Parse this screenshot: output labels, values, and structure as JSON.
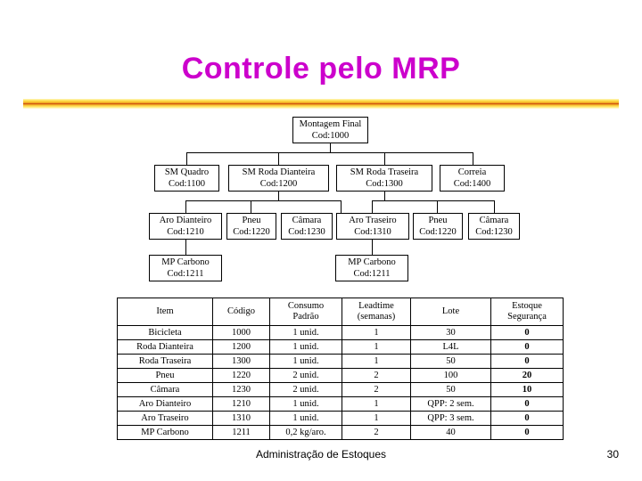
{
  "slide": {
    "title": "Controle pelo MRP",
    "title_color": "#cc00cc",
    "footer": "Administração de Estoques",
    "page_number": "30"
  },
  "divider": {
    "colors": [
      "#fff6c2",
      "#ffe14d",
      "#f5b324",
      "#c23b0e",
      "#ffe766"
    ]
  },
  "bom_tree": {
    "level1": [
      {
        "name": "Montagem Final",
        "code": "Cod:1000"
      }
    ],
    "level2": [
      {
        "name": "SM Quadro",
        "code": "Cod:1100"
      },
      {
        "name": "SM Roda Dianteira",
        "code": "Cod:1200"
      },
      {
        "name": "SM Roda Traseira",
        "code": "Cod:1300"
      },
      {
        "name": "Correia",
        "code": "Cod:1400"
      }
    ],
    "level3": [
      {
        "name": "Aro Dianteiro",
        "code": "Cod:1210"
      },
      {
        "name": "Pneu",
        "code": "Cod:1220"
      },
      {
        "name": "Câmara",
        "code": "Cod:1230"
      },
      {
        "name": "Aro Traseiro",
        "code": "Cod:1310"
      },
      {
        "name": "Pneu",
        "code": "Cod:1220"
      },
      {
        "name": "Câmara",
        "code": "Cod:1230"
      }
    ],
    "level4": [
      {
        "name": "MP Carbono",
        "code": "Cod:1211"
      },
      {
        "name": "MP Carbono",
        "code": "Cod:1211"
      }
    ]
  },
  "table": {
    "headers": [
      "Item",
      "Código",
      "Consumo Padrão",
      "Leadtime (semanas)",
      "Lote",
      "Estoque Segurança"
    ],
    "header_lines": {
      "item": [
        "Item",
        ""
      ],
      "codigo": [
        "Código",
        ""
      ],
      "consumo": [
        "Consumo",
        "Padrão"
      ],
      "leadtime": [
        "Leadtime",
        "(semanas)"
      ],
      "lote": [
        "Lote",
        ""
      ],
      "estoque": [
        "Estoque",
        "Segurança"
      ]
    },
    "rows": [
      {
        "item": "Bicicleta",
        "codigo": "1000",
        "consumo": "1 unid.",
        "leadtime": "1",
        "lote": "30",
        "estoque": "0"
      },
      {
        "item": "Roda Dianteira",
        "codigo": "1200",
        "consumo": "1 unid.",
        "leadtime": "1",
        "lote": "L4L",
        "estoque": "0"
      },
      {
        "item": "Roda Traseira",
        "codigo": "1300",
        "consumo": "1 unid.",
        "leadtime": "1",
        "lote": "50",
        "estoque": "0"
      },
      {
        "item": "Pneu",
        "codigo": "1220",
        "consumo": "2 unid.",
        "leadtime": "2",
        "lote": "100",
        "estoque": "20"
      },
      {
        "item": "Câmara",
        "codigo": "1230",
        "consumo": "2 unid.",
        "leadtime": "2",
        "lote": "50",
        "estoque": "10"
      },
      {
        "item": "Aro Dianteiro",
        "codigo": "1210",
        "consumo": "1 unid.",
        "leadtime": "1",
        "lote": "QPP: 2 sem.",
        "estoque": "0"
      },
      {
        "item": "Aro Traseiro",
        "codigo": "1310",
        "consumo": "1 unid.",
        "leadtime": "1",
        "lote": "QPP: 3 sem.",
        "estoque": "0"
      },
      {
        "item": "MP Carbono",
        "codigo": "1211",
        "consumo": "0,2 kg/aro.",
        "leadtime": "2",
        "lote": "40",
        "estoque": "0"
      }
    ]
  }
}
